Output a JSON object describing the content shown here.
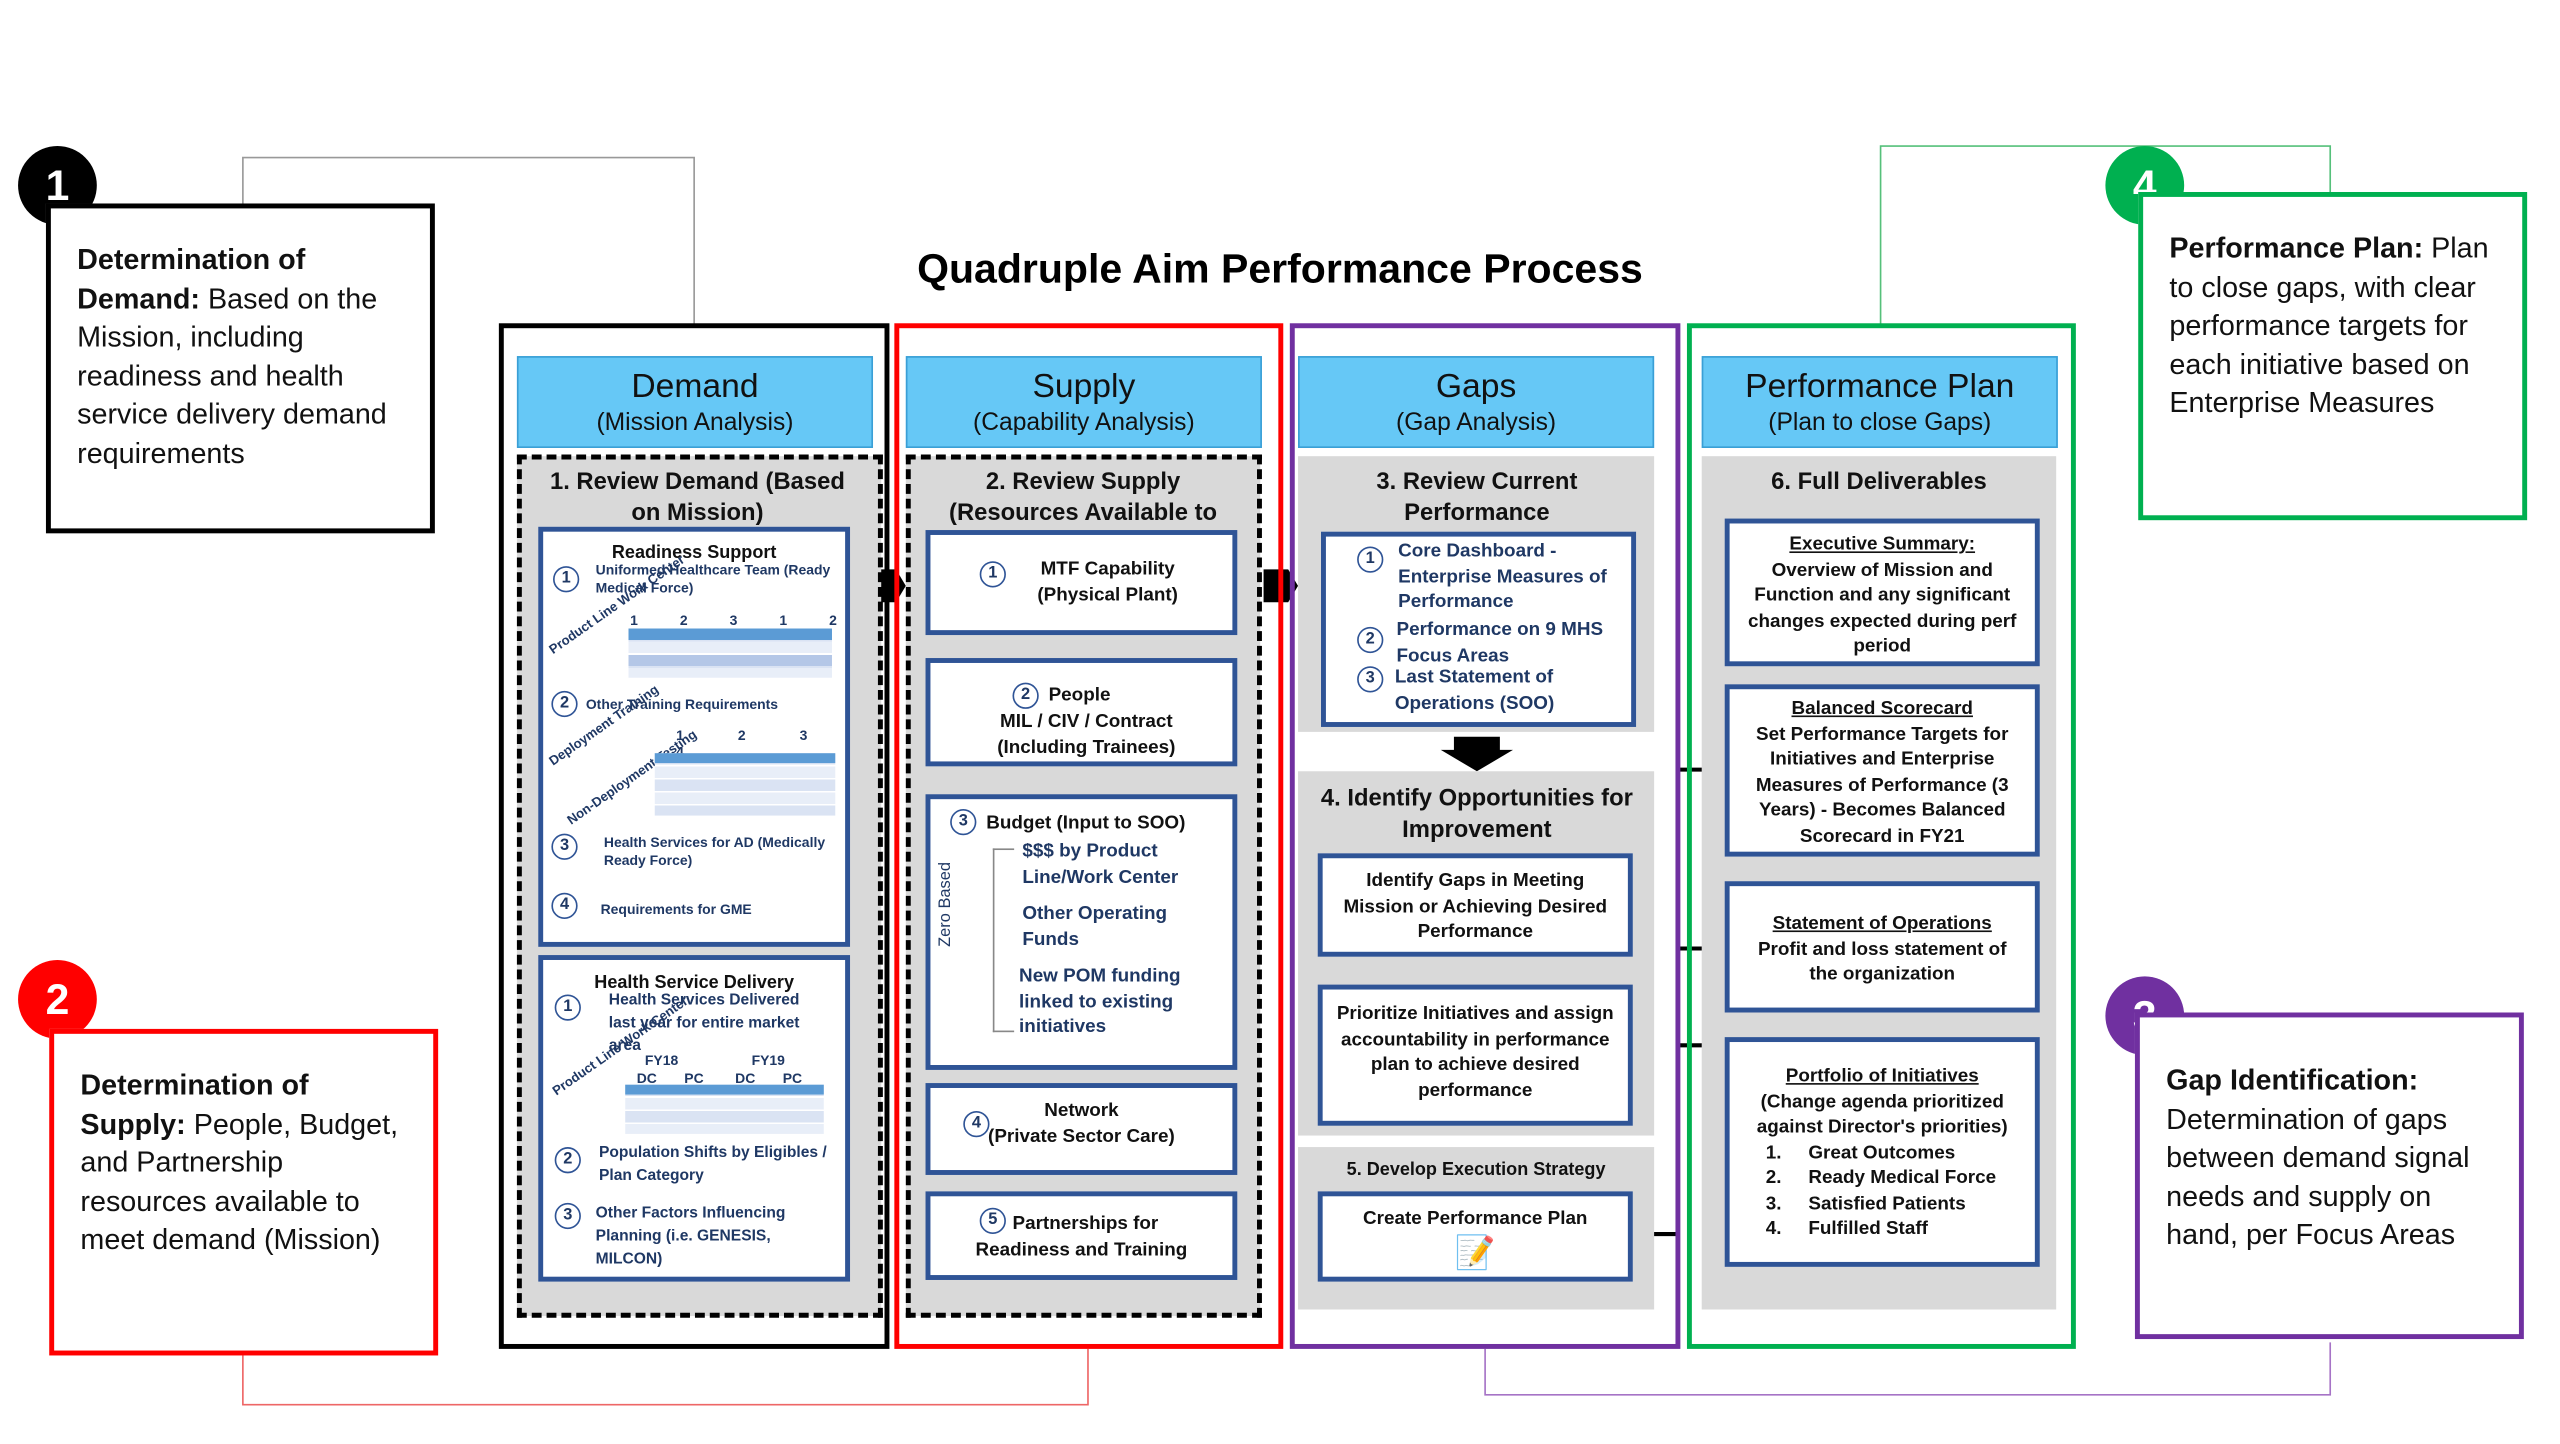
{
  "title": "Quadruple Aim Performance Process",
  "callouts": {
    "c1": {
      "num": "1",
      "bold": "Determination of Demand:",
      "text": " Based on the Mission, including readiness and health service delivery demand requirements"
    },
    "c2": {
      "num": "2",
      "bold": "Determination of Supply:",
      "text": " People, Budget, and Partnership resources available to meet demand (Mission)"
    },
    "c3": {
      "num": "3",
      "bold": "Gap Identification:",
      "text": " Determination of gaps between demand signal needs and supply on hand, per Focus Areas"
    },
    "c4": {
      "num": "4",
      "bold": "Performance Plan:",
      "text": " Plan to close gaps, with clear performance targets for each initiative based on Enterprise Measures"
    }
  },
  "colors": {
    "demand": "#000000",
    "supply": "#ff0000",
    "gaps": "#7030a0",
    "plan": "#00b050",
    "header": "#66c8f6",
    "box_border": "#2f5496"
  },
  "demand": {
    "header": "Demand",
    "sub": "(Mission Analysis)",
    "section": "1. Review Demand (Based on Mission)",
    "readiness": {
      "title": "Readiness Support",
      "i1": "Uniformed Healthcare Team (Ready Medical Force)",
      "plw": "Product Line Work Center",
      "cols1": [
        "1",
        "2",
        "3",
        "1",
        "2"
      ],
      "i2": "Other Training Requirements",
      "dep": "Deployment Training",
      "nondep": "Non-Deployment Testing",
      "cols2": [
        "1",
        "2",
        "3"
      ],
      "extra": "4",
      "i3": "Health Services for AD (Medically Ready Force)",
      "i4": "Requirements for GME"
    },
    "hsd": {
      "title": "Health Service Delivery",
      "i1": "Health Services Delivered last year for entire market area",
      "plw": "Product Line Work Center",
      "fy18": "FY18",
      "fy19": "FY19",
      "dc": "DC",
      "pc": "PC",
      "i2": "Population Shifts by Eligibles / Plan Category",
      "i3": "Other Factors Influencing Planning (i.e. GENESIS, MILCON)"
    }
  },
  "supply": {
    "header": "Supply",
    "sub": "(Capability Analysis)",
    "section": "2. Review Supply (Resources Available to",
    "b1": "MTF Capability (Physical Plant)",
    "b2a": "People",
    "b2b": "MIL / CIV / Contract (Including Trainees)",
    "b3": "Budget (Input to SOO)",
    "zero": "Zero Based",
    "b3a": "$$$ by Product Line/Work Center",
    "b3b": "Other Operating Funds",
    "b3c": "New POM funding linked to existing initiatives",
    "b4a": "Network",
    "b4b": "(Private Sector Care)",
    "b5a": "Partnerships for",
    "b5b": "Readiness and Training"
  },
  "gaps": {
    "header": "Gaps",
    "sub": "(Gap Analysis)",
    "section3": "3. Review Current Performance",
    "i1": "Core Dashboard - Enterprise Measures of Performance",
    "i2": "Performance on 9 MHS Focus Areas",
    "i3": "Last Statement of Operations (SOO)",
    "section4": "4. Identify Opportunities for Improvement",
    "b1": "Identify Gaps in Meeting Mission or Achieving Desired Performance",
    "b2": "Prioritize Initiatives and assign accountability in performance plan to achieve desired performance",
    "section5": "5. Develop Execution Strategy",
    "b3": "Create Performance Plan"
  },
  "plan": {
    "header": "Performance Plan",
    "sub": "(Plan to close Gaps)",
    "section": "6. Full Deliverables",
    "d1t": "Executive Summary:",
    "d1": "Overview of Mission and Function and any significant changes expected during perf period",
    "d2t": "Balanced Scorecard",
    "d2": "Set Performance Targets for Initiatives and Enterprise Measures of Performance (3 Years) - Becomes Balanced Scorecard in FY21",
    "d3t": "Statement of Operations",
    "d3": "Profit and loss statement of the organization",
    "d4t": "Portfolio of Initiatives",
    "d4": "(Change agenda prioritized against Director's priorities)",
    "list": [
      "Great Outcomes",
      "Ready Medical Force",
      "Satisfied Patients",
      "Fulfilled Staff"
    ]
  }
}
